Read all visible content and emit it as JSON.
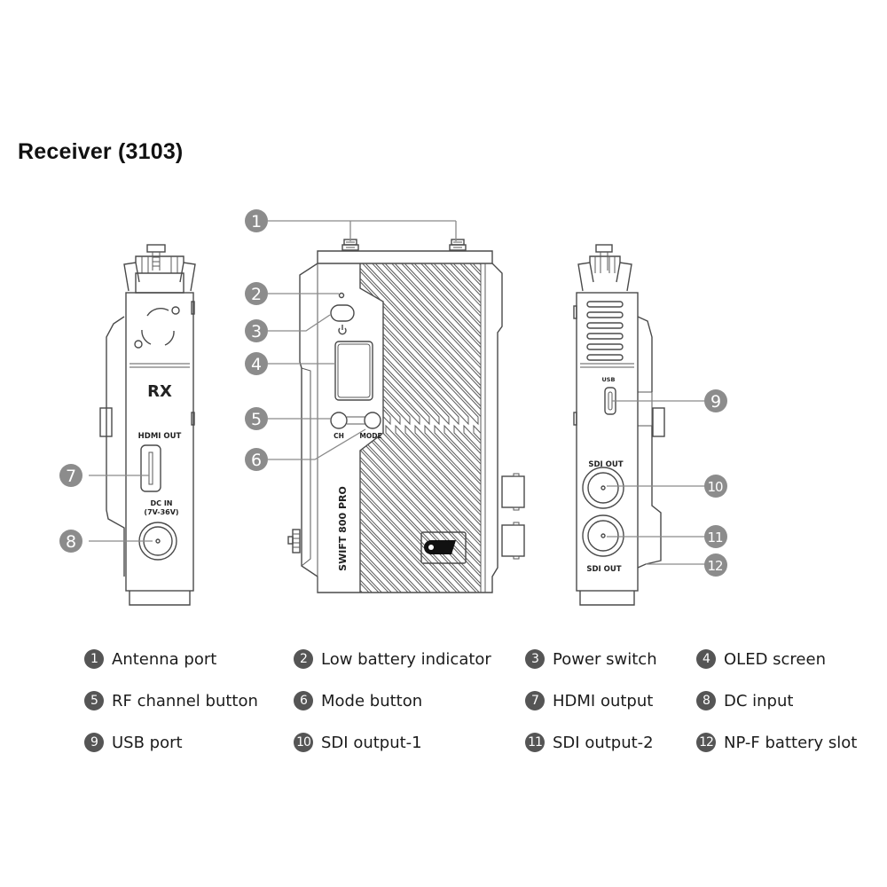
{
  "title": "Receiver (3103)",
  "device": {
    "left_side": {
      "badge": "RX",
      "hdmi_label": "HDMI OUT",
      "dc_label_line1": "DC IN",
      "dc_label_line2": "(7V-36V)"
    },
    "front": {
      "model_text": "SWIFT 800 PRO",
      "ch_label": "CH",
      "mode_label": "MODE"
    },
    "right_side": {
      "usb_label": "USB",
      "sdi_label_top": "SDI OUT",
      "sdi_label_bottom": "SDI OUT"
    }
  },
  "callouts": [
    "1",
    "2",
    "3",
    "4",
    "5",
    "6",
    "7",
    "8",
    "9",
    "10",
    "11",
    "12"
  ],
  "legend": [
    {
      "num": "1",
      "label": "Antenna port"
    },
    {
      "num": "2",
      "label": "Low battery indicator"
    },
    {
      "num": "3",
      "label": "Power switch"
    },
    {
      "num": "4",
      "label": "OLED screen"
    },
    {
      "num": "5",
      "label": "RF channel button"
    },
    {
      "num": "6",
      "label": "Mode button"
    },
    {
      "num": "7",
      "label": "HDMI output"
    },
    {
      "num": "8",
      "label": "DC input"
    },
    {
      "num": "9",
      "label": "USB port"
    },
    {
      "num": "10",
      "label": "SDI output-1"
    },
    {
      "num": "11",
      "label": "SDI output-2"
    },
    {
      "num": "12",
      "label": "NP-F battery slot"
    }
  ],
  "colors": {
    "callout_badge": "#8c8c8c",
    "legend_badge": "#555555",
    "line_art": "#4a4a4a"
  }
}
